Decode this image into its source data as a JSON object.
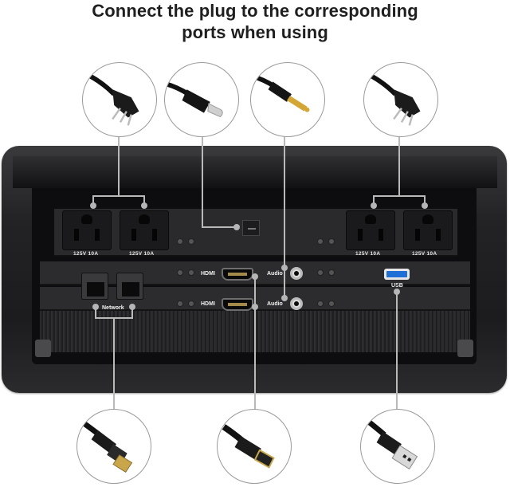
{
  "title": {
    "line1": "Connect the plug to the corresponding",
    "line2": "ports when using"
  },
  "top_cables": [
    {
      "name": "ac-power-plug-left",
      "icon": "power-plug-icon"
    },
    {
      "name": "usb-c-connector",
      "icon": "usb-c-icon"
    },
    {
      "name": "audio-3.5mm-jack",
      "icon": "audio-jack-icon"
    },
    {
      "name": "ac-power-plug-right",
      "icon": "power-plug-icon"
    }
  ],
  "bottom_cables": [
    {
      "name": "ethernet-rj45-connector",
      "icon": "rj45-icon"
    },
    {
      "name": "hdmi-connector",
      "icon": "hdmi-icon"
    },
    {
      "name": "usb-a-connector",
      "icon": "usb-a-icon"
    }
  ],
  "panel": {
    "outlets": [
      {
        "label": "125V  10A"
      },
      {
        "label": "125V  10A"
      },
      {
        "label": "125V  10A"
      },
      {
        "label": "125V  10A"
      }
    ],
    "network_label": "Network",
    "hdmi_label_1": "HDMI",
    "hdmi_label_2": "HDMI",
    "audio_label_1": "Audio",
    "audio_label_2": "Audio",
    "usb_label": "USB"
  },
  "colors": {
    "title": "#1f1f1f",
    "frame": "#232325",
    "connector_line": "#b9b9b9",
    "usb_accent": "#1e6fd6",
    "hdmi_gold": "#a48a4a"
  }
}
